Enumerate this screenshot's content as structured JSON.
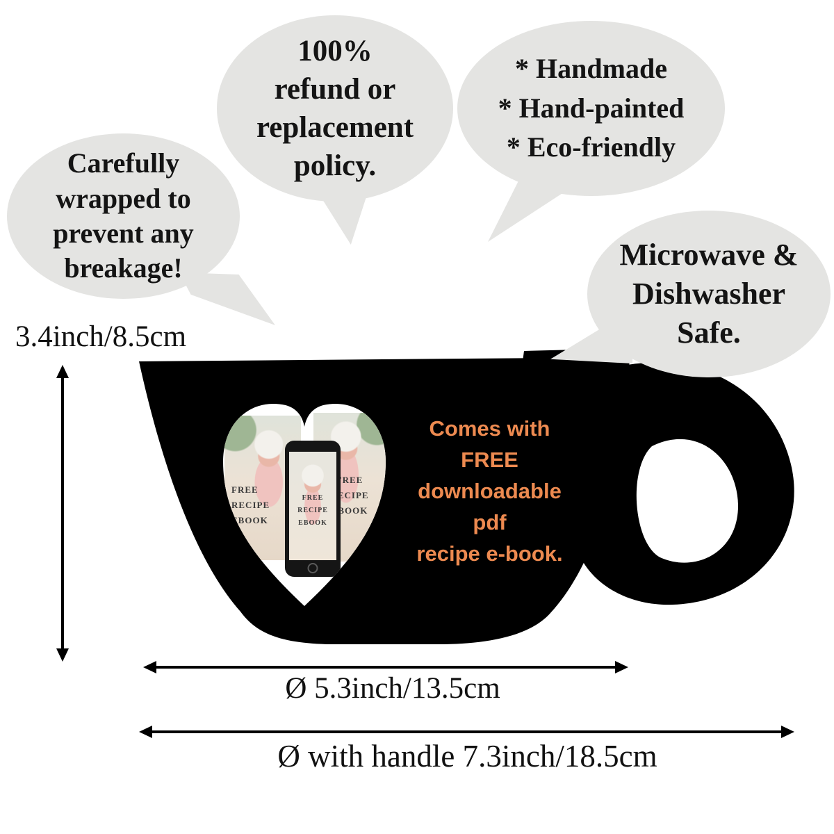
{
  "bubbles": {
    "wrapped": {
      "text": "Carefully\nwrapped to\nprevent any\nbreakage!"
    },
    "refund": {
      "text": "100%\nrefund or\nreplacement\npolicy."
    },
    "features": {
      "text": "* Handmade\n* Hand-painted\n* Eco-friendly"
    },
    "safe": {
      "text": "Microwave &\nDishwasher\nSafe."
    }
  },
  "dimensions": {
    "height_label": "3.4inch/8.5cm",
    "diameter_label": "Ø 5.3inch/13.5cm",
    "diameter_with_handle_label": "Ø with handle 7.3inch/18.5cm"
  },
  "offer": {
    "text": "Comes with\nFREE\ndownloadable\npdf\nrecipe e-book."
  },
  "ebook": {
    "cover_text": "FREE\nRECIPE\nEBOOK"
  },
  "colors": {
    "cup": "#000000",
    "bubble_fill": "#e4e4e2",
    "offer_orange": "#ed8a50",
    "text": "#111111",
    "heart_fill": "#ffffff"
  }
}
